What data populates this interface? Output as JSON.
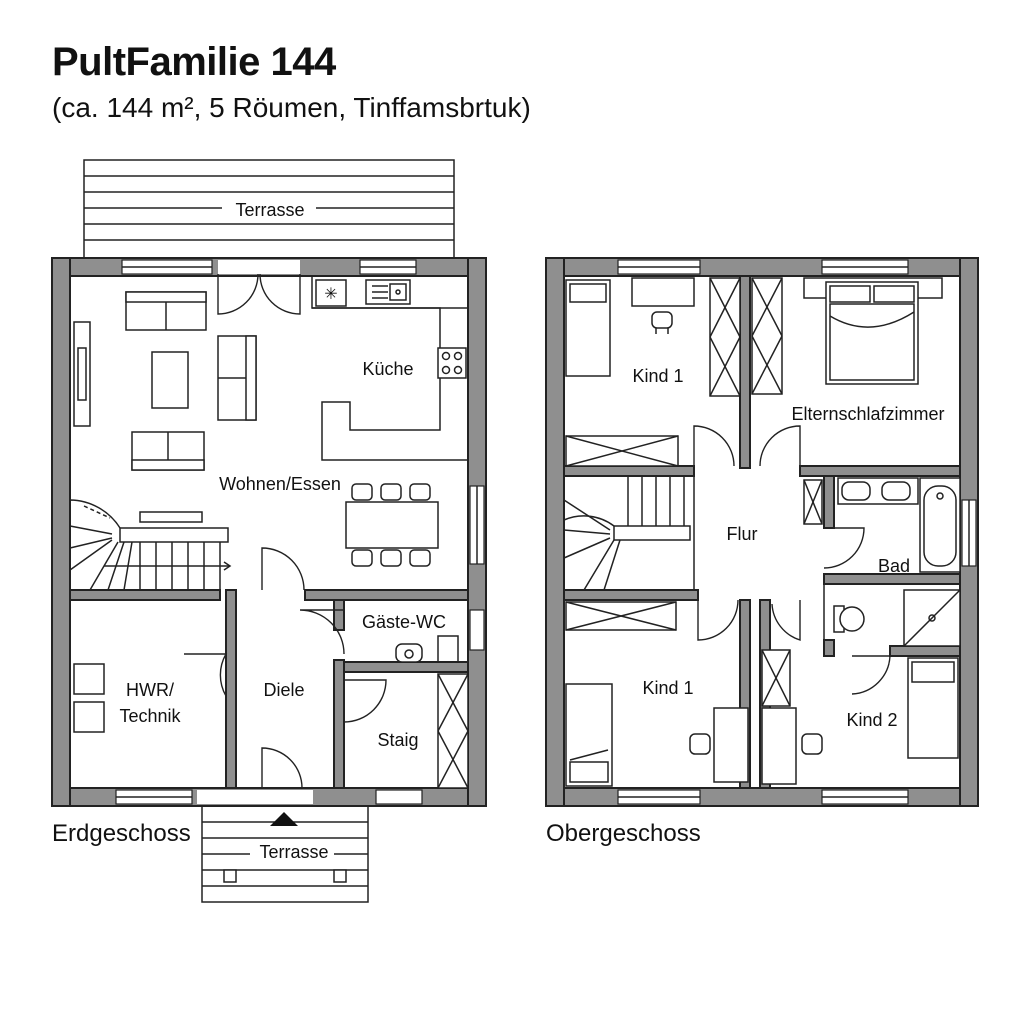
{
  "header": {
    "title": "PultFamilie 144",
    "subtitle": "(ca. 144 m², 5 Röumen, Tinffamsbrtuk)"
  },
  "floors": {
    "ground": {
      "label": "Erdgeschoss",
      "rooms": {
        "terrace_top": "Terrasse",
        "kitchen": "Küche",
        "living": "Wohnen/Essen",
        "guest_wc": "Gäste-WC",
        "utility_line1": "HWR/",
        "utility_line2": "Technik",
        "hall": "Diele",
        "storage": "Staig",
        "terrace_entry": "Terrasse"
      }
    },
    "upper": {
      "label": "Obergeschoss",
      "rooms": {
        "kid1_top": "Kind 1",
        "master": "Elternschlafzimmer",
        "corridor": "Flur",
        "bath": "Bad",
        "kid1_bottom": "Kind 1",
        "kid2": "Kind 2"
      }
    }
  },
  "colors": {
    "wall_fill": "#8f8f8f",
    "line": "#222222",
    "background": "#ffffff"
  }
}
